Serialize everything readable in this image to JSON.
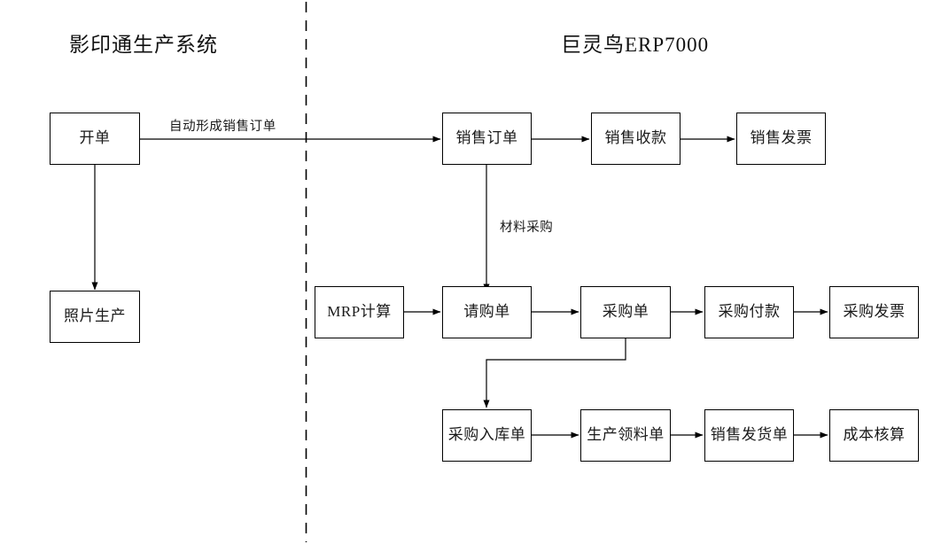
{
  "diagram": {
    "type": "flowchart",
    "title_left": "影印通生产系统",
    "title_right": "巨灵鸟ERP7000",
    "divider": "dashed-vertical-lane-divider",
    "lanes": [
      {
        "name": "left-lane",
        "title": "影印通生产系统"
      },
      {
        "name": "right-lane",
        "title": "巨灵鸟ERP7000"
      }
    ],
    "nodes": [
      {
        "id": "kaidan",
        "label": "开单"
      },
      {
        "id": "zhaopianshengchan",
        "label": "照片生产"
      },
      {
        "id": "xiaoshoudingdan",
        "label": "销售订单"
      },
      {
        "id": "xiaoshoushoukuan",
        "label": "销售收款"
      },
      {
        "id": "xiaoshoufapiao",
        "label": "销售发票"
      },
      {
        "id": "mrpjisuan",
        "label": "MRP计算"
      },
      {
        "id": "qinggoudan",
        "label": "请购单"
      },
      {
        "id": "caigoudan",
        "label": "采购单"
      },
      {
        "id": "caigoufukuan",
        "label": "采购付款"
      },
      {
        "id": "caigoufapiao",
        "label": "采购发票"
      },
      {
        "id": "caigourukudan",
        "label": "采购入库单"
      },
      {
        "id": "shengchanlingliaodan",
        "label": "生产领料单"
      },
      {
        "id": "xiaoshoufahuodan",
        "label": "销售发货单"
      },
      {
        "id": "chengbenhesuan",
        "label": "成本核算"
      }
    ],
    "edges": [
      {
        "from": "kaidan",
        "to": "xiaoshoudingdan",
        "label": "自动形成销售订单"
      },
      {
        "from": "kaidan",
        "to": "zhaopianshengchan",
        "label": ""
      },
      {
        "from": "xiaoshoudingdan",
        "to": "xiaoshoushoukuan",
        "label": ""
      },
      {
        "from": "xiaoshoushoukuan",
        "to": "xiaoshoufapiao",
        "label": ""
      },
      {
        "from": "xiaoshoudingdan",
        "to": "qinggoudan",
        "label": "材料采购"
      },
      {
        "from": "mrpjisuan",
        "to": "qinggoudan",
        "label": ""
      },
      {
        "from": "qinggoudan",
        "to": "caigoudan",
        "label": ""
      },
      {
        "from": "caigoudan",
        "to": "caigoufukuan",
        "label": ""
      },
      {
        "from": "caigoufukuan",
        "to": "caigoufapiao",
        "label": ""
      },
      {
        "from": "caigoudan",
        "to": "caigourukudan",
        "label": ""
      },
      {
        "from": "caigourukudan",
        "to": "shengchanlingliaodan",
        "label": ""
      },
      {
        "from": "shengchanlingliaodan",
        "to": "xiaoshoufahuodan",
        "label": ""
      },
      {
        "from": "xiaoshoufahuodan",
        "to": "chengbenhesuan",
        "label": ""
      }
    ],
    "edge_labels": {
      "auto_sales_order": "自动形成销售订单",
      "material_purchase": "材料采购"
    },
    "colors": {
      "stroke": "#000000",
      "background": "#ffffff",
      "text": "#1a1a1a"
    }
  }
}
